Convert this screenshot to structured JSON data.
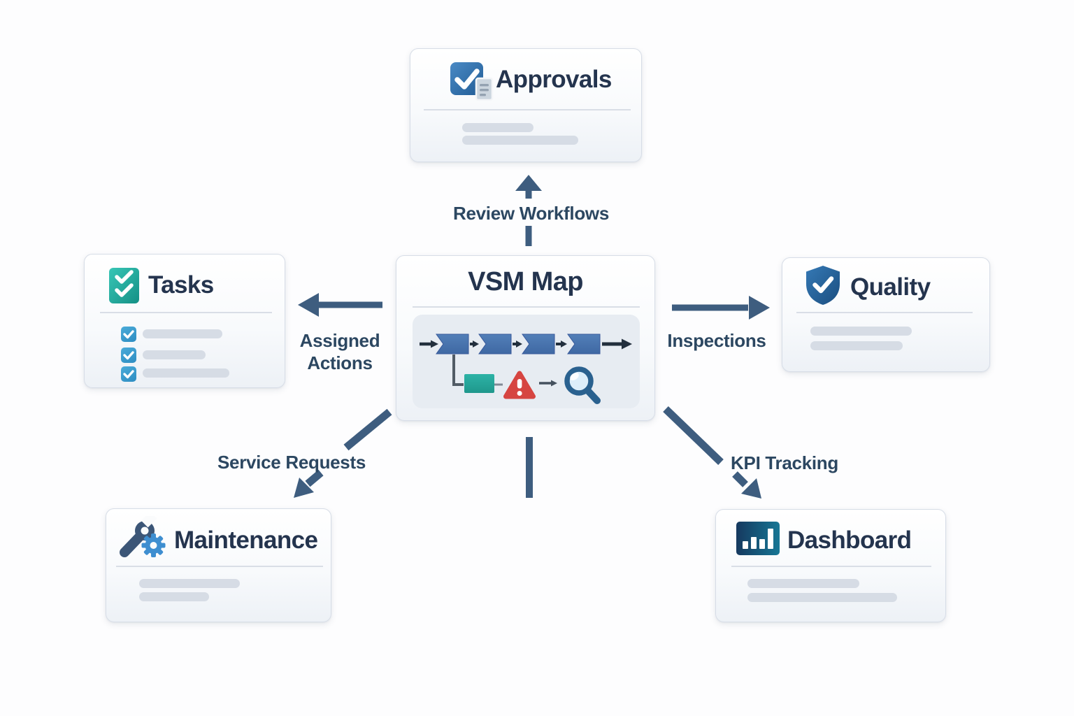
{
  "diagram": {
    "center": {
      "title": "VSM Map"
    },
    "nodes": {
      "approvals": {
        "title": "Approvals"
      },
      "tasks": {
        "title": "Tasks"
      },
      "quality": {
        "title": "Quality"
      },
      "maintenance": {
        "title": "Maintenance"
      },
      "dashboard": {
        "title": "Dashboard"
      }
    },
    "edges": {
      "review_workflows": {
        "label": "Review Workflows",
        "from": "VSM Map",
        "to": "Approvals"
      },
      "assigned_actions": {
        "label": "Assigned Actions",
        "from": "VSM Map",
        "to": "Tasks"
      },
      "inspections": {
        "label": "Inspections",
        "from": "VSM Map",
        "to": "Quality"
      },
      "service_requests": {
        "label": "Service Requests",
        "from": "VSM Map",
        "to": "Maintenance"
      },
      "kpi_tracking": {
        "label": "KPI Tracking",
        "from": "VSM Map",
        "to": "Dashboard"
      }
    },
    "icons": {
      "approvals": "document-check-icon",
      "tasks": "checklist-icon",
      "quality": "shield-check-icon",
      "maintenance": "wrench-gear-icon",
      "dashboard": "bar-chart-icon",
      "vsm_inner": [
        "process-chevron-flow",
        "teal-step",
        "alert-triangle-icon",
        "magnifier-icon"
      ]
    },
    "colors": {
      "arrow": "#3e5d7f",
      "label_text": "#2c4761",
      "title_text": "#24344e",
      "card_border": "#d7dde7",
      "skeleton_bar": "#d6dce5",
      "chevron_blue": "#4874af",
      "teal": "#25a79d",
      "alert_red": "#d64541",
      "magnifier_blue": "#2a618f",
      "checkbox_blue": "#3da0d2"
    }
  }
}
